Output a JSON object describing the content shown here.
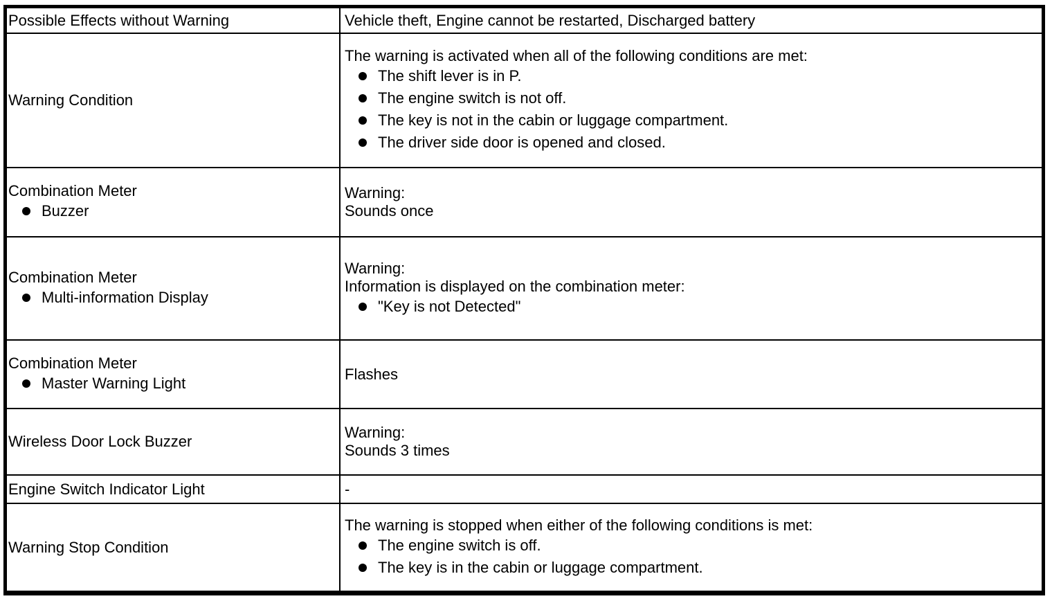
{
  "colors": {
    "background": "#ffffff",
    "text": "#000000",
    "border": "#000000"
  },
  "table": {
    "rows": [
      {
        "label": "Possible Effects without Warning",
        "value": "Vehicle theft, Engine cannot be restarted, Discharged battery"
      },
      {
        "label": "Warning Condition",
        "intro": "The warning is activated when all of the following conditions are met:",
        "items": [
          "The shift lever is in P.",
          "The engine switch is not off.",
          "The key is not in the cabin or luggage compartment.",
          "The driver side door is opened and closed."
        ]
      },
      {
        "label": "Combination Meter",
        "label_items": [
          "Buzzer"
        ],
        "lines": [
          "Warning:",
          "Sounds once"
        ]
      },
      {
        "label": "Combination Meter",
        "label_items": [
          "Multi-information Display"
        ],
        "lines": [
          "Warning:",
          "Information is displayed on the combination meter:"
        ],
        "items": [
          "\"Key is not Detected\""
        ]
      },
      {
        "label": "Combination Meter",
        "label_items": [
          "Master Warning Light"
        ],
        "lines": [
          "Flashes"
        ]
      },
      {
        "label": "Wireless Door Lock Buzzer",
        "lines": [
          "Warning:",
          "Sounds 3 times"
        ]
      },
      {
        "label": "Engine Switch Indicator Light",
        "value": "-"
      },
      {
        "label": "Warning Stop Condition",
        "intro": "The warning is stopped when either of the following conditions is met:",
        "items": [
          "The engine switch is off.",
          "The key is in the cabin or luggage compartment."
        ]
      }
    ]
  }
}
